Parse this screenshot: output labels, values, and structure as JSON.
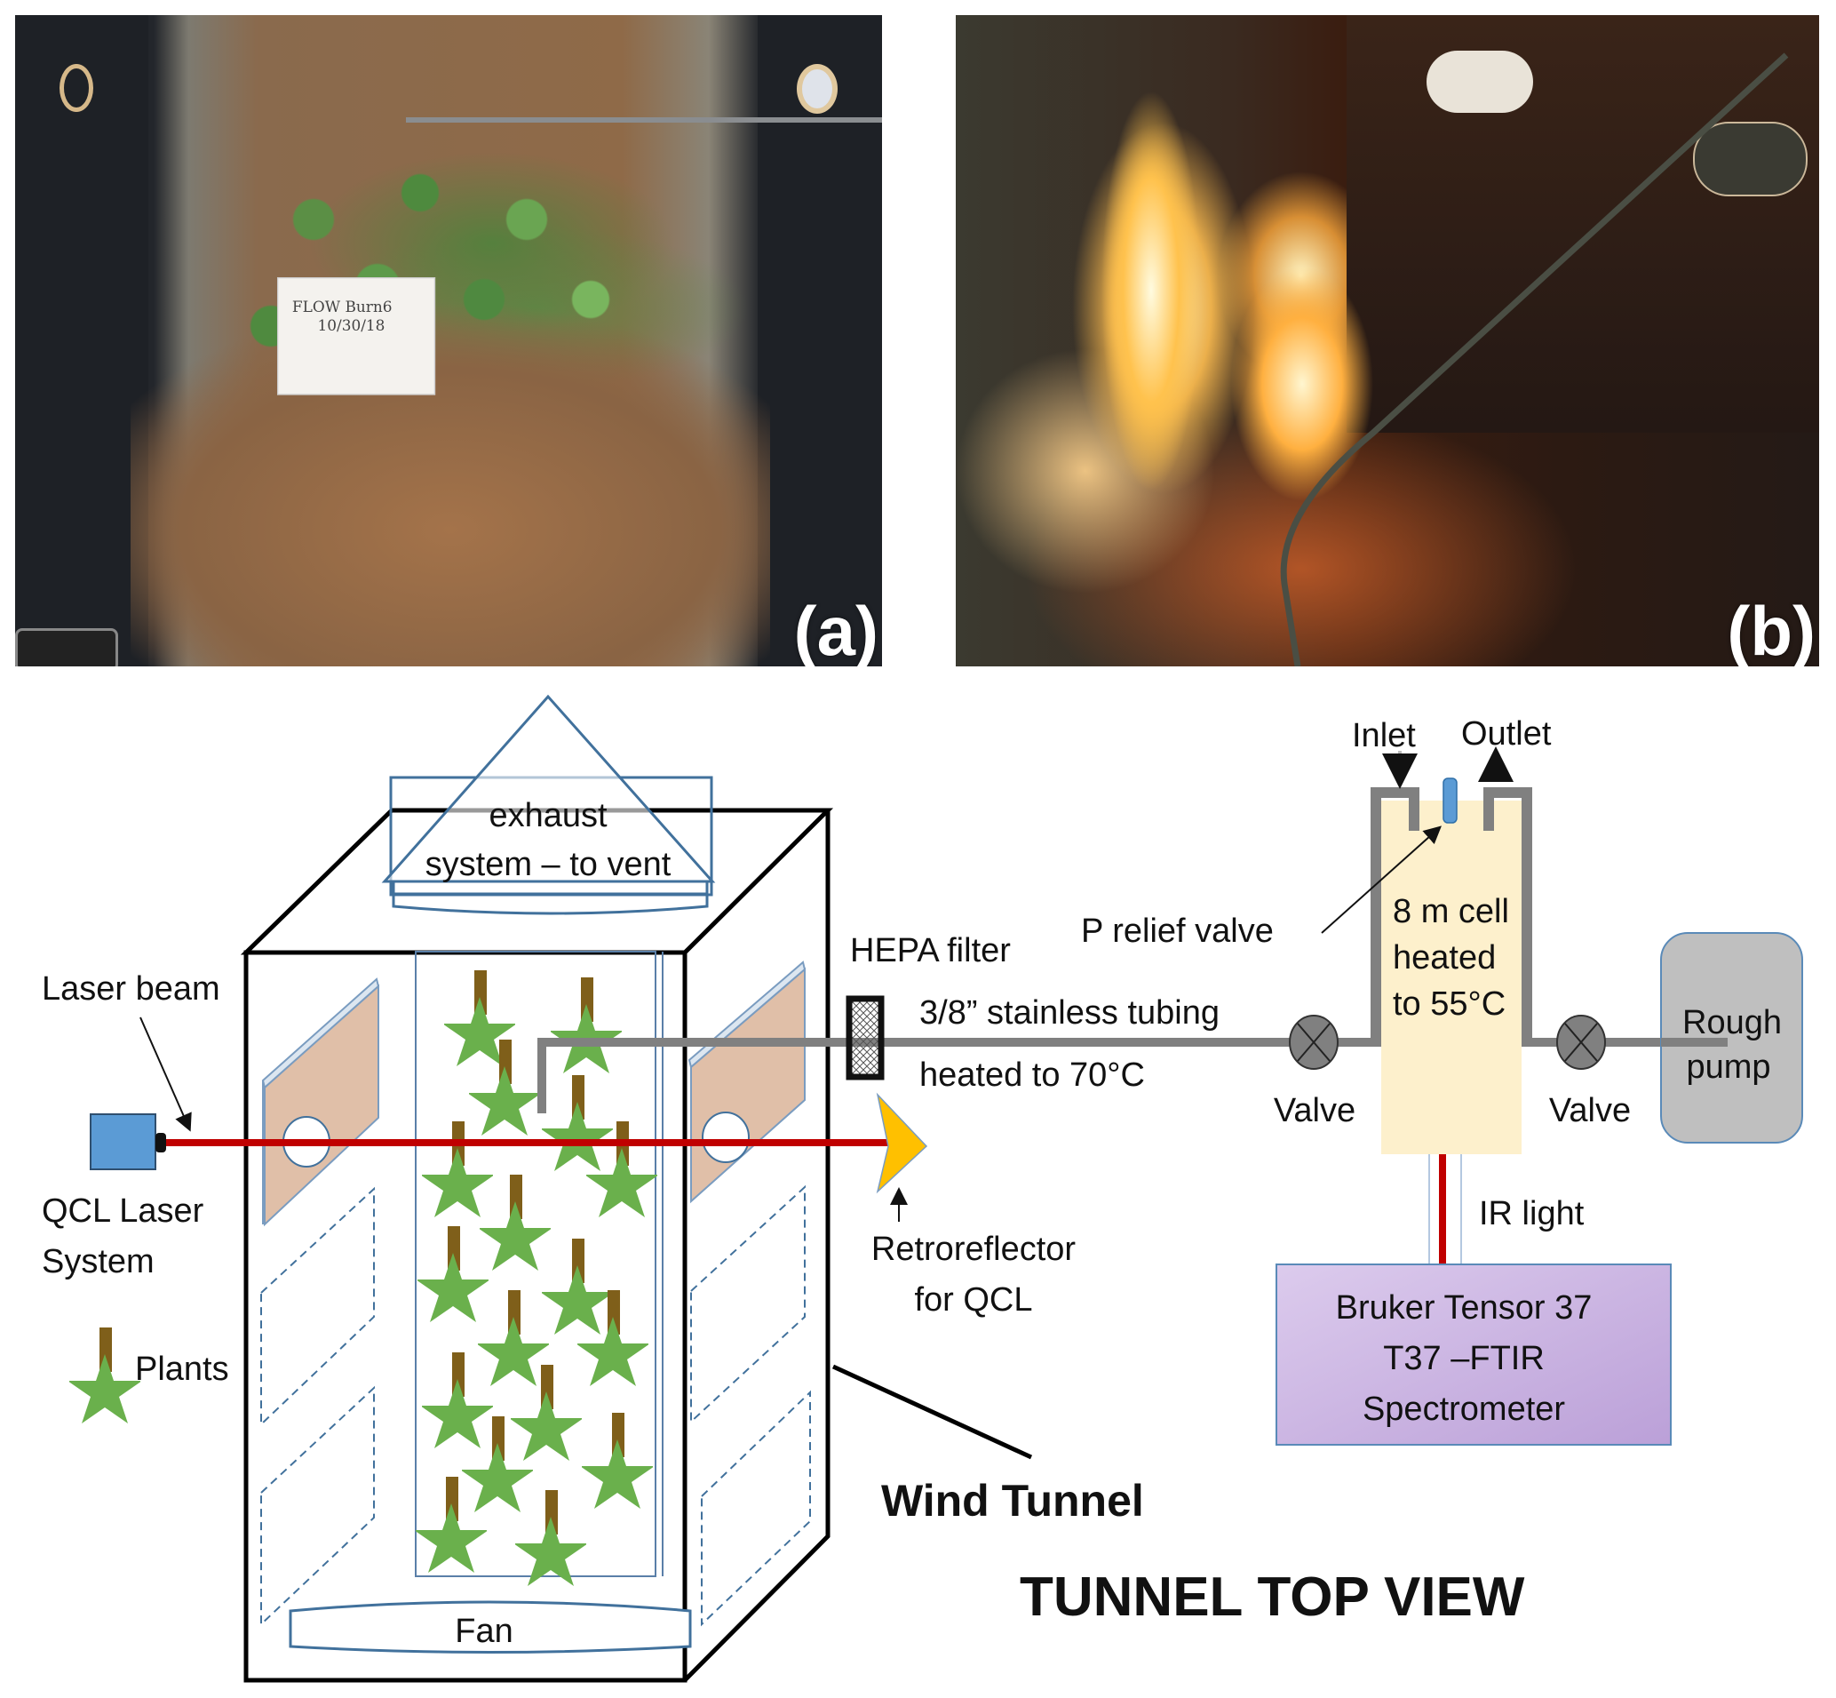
{
  "figure": {
    "panels": [
      {
        "id": "a",
        "label": "(a)",
        "description": "Wind tunnel fuel bed before burn: pine needle litter with shrub plants",
        "card_text": [
          "FLOW Burn6",
          "10/30/18"
        ]
      },
      {
        "id": "b",
        "label": "(b)",
        "description": "Wind tunnel fuel bed during burn with flames and sampling tube",
        "card_text": []
      }
    ],
    "schematic": {
      "title": "TUNNEL TOP VIEW",
      "wind_tunnel_label": "Wind Tunnel",
      "exhaust_label_line1": "exhaust",
      "exhaust_label_line2": "system – to vent",
      "fan_label": "Fan",
      "laser_beam_label": "Laser beam",
      "qcl_label_line1": "QCL Laser",
      "qcl_label_line2": "System",
      "plants_label": "Plants",
      "hepa_label": "HEPA filter",
      "tubing_label_line1": "3/8” stainless tubing",
      "tubing_label_line2": "heated to 70°C",
      "retro_label_line1": "Retroreflector",
      "retro_label_line2": "for QCL",
      "p_relief_label": "P relief valve",
      "inlet_label": "Inlet",
      "outlet_label": "Outlet",
      "cell_label_line1": "8 m cell",
      "cell_label_line2": "heated",
      "cell_label_line3": "to 55°C",
      "valve_left_label": "Valve",
      "valve_right_label": "Valve",
      "pump_label_line1": "Rough",
      "pump_label_line2": "pump",
      "ir_label": "IR light",
      "spectrometer_line1": "Bruker Tensor 37",
      "spectrometer_line2": "T37 –FTIR",
      "spectrometer_line3": "Spectrometer"
    },
    "colors": {
      "laser": "#c00000",
      "qcl_box": "#5b9bd5",
      "tube": "#808080",
      "cell_fill": "#fdf0cc",
      "pump_fill": "#bfbfbf",
      "spectrometer_fill": "#c9b3e0",
      "retroreflector": "#ffc000",
      "plant_leaf": "#6ab04c",
      "plant_stem": "#7f5f1a",
      "window_panel": "#e0bfa8"
    }
  }
}
